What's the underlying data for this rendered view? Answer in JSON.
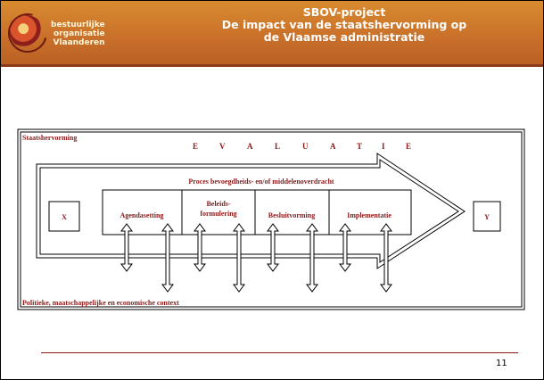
{
  "header": {
    "logo_lines": [
      "bestuurlijke",
      "organisatie",
      "Vlaanderen"
    ],
    "title_lines": [
      "SBOV-project",
      "De impact van de staatshervorming op",
      "de Vlaamse administratie"
    ]
  },
  "diagram": {
    "outer_label": "Staatshervorming",
    "evaluatie_letters": [
      "E",
      "V",
      "A",
      "L",
      "U",
      "A",
      "T",
      "I",
      "E"
    ],
    "proces_label": "Proces bevoegdheids- en/of middelenoverdracht",
    "x_label": "X",
    "y_label": "Y",
    "phases": [
      {
        "lines": [
          "Agendasetting"
        ]
      },
      {
        "lines": [
          "Beleids-",
          "formulering"
        ]
      },
      {
        "lines": [
          "Besluitvorming"
        ]
      },
      {
        "lines": [
          "Implementatie"
        ]
      }
    ],
    "context_label": "Politieke, maatschappelijke en economische context"
  },
  "footer": {
    "page_number": "11"
  },
  "colors": {
    "header_orange": "#c9702a",
    "diagram_text": "#8b1a1a"
  }
}
